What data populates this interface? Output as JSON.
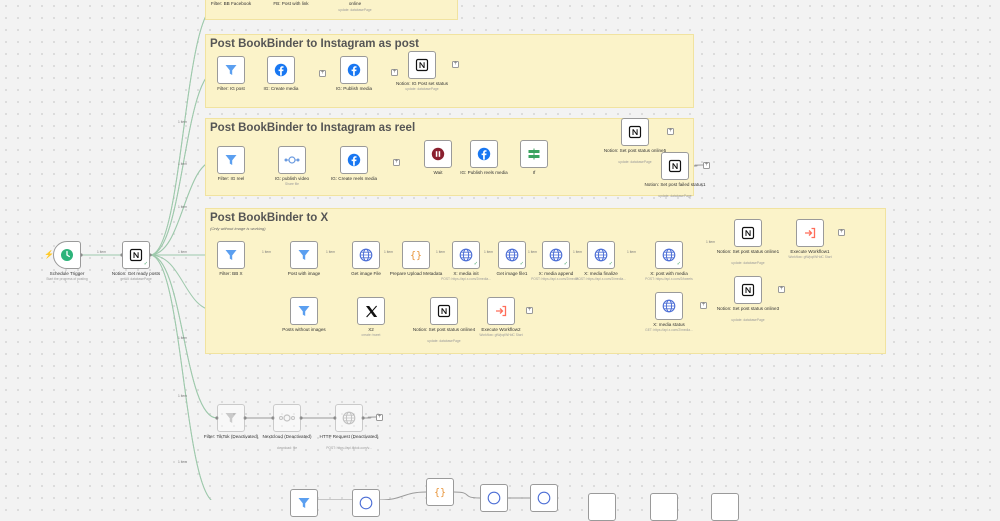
{
  "colors": {
    "sticky": "#fbf3c9",
    "edge": "#9ec9ac",
    "edge_plain": "#9a9a9a",
    "accent": "#ff6d5a"
  },
  "stickies": {
    "top": {
      "title": ""
    },
    "ig_post": {
      "title": "Post BookBinder to Instagram as post"
    },
    "ig_reel": {
      "title": "Post BookBinder to Instagram as reel"
    },
    "x": {
      "title": "Post BookBinder to X",
      "subtitle": "(Only without image is working)"
    }
  },
  "nodes": {
    "top_filter": {
      "label": "Filter: BB Facebook"
    },
    "top_fb": {
      "label": "FB: Post with link"
    },
    "top_notion": {
      "label": "online",
      "sub": "update: databasePage"
    },
    "schedule": {
      "label": "Schedule Trigger",
      "sub": "Start the progress of posting"
    },
    "get_posts": {
      "label": "Notion: Get ready posts",
      "sub": "getAll: databasePage"
    },
    "ig_post_filter": {
      "label": "Filter: IG post"
    },
    "ig_create_media": {
      "label": "IG: Create media"
    },
    "ig_publish_media": {
      "label": "IG: Publish media"
    },
    "ig_notion_status": {
      "label": "Notion: IG Post set status",
      "sub": "update: databasePage"
    },
    "ig_reel_filter": {
      "label": "Filter: IG reel"
    },
    "ig_publish_video": {
      "label": "IG: publish video",
      "sub": "Share file"
    },
    "ig_create_reels": {
      "label": "IG: Create reels media"
    },
    "wait": {
      "label": "Wait"
    },
    "ig_publish_reels": {
      "label": "IG: Publish reels media"
    },
    "if": {
      "label": "If"
    },
    "notion_online5": {
      "label": "Notion: Set post status online5",
      "sub": "update: databasePage"
    },
    "notion_failed1": {
      "label": "Notion: Set post failed status1",
      "sub": "update: databasePage"
    },
    "bb_x_filter": {
      "label": "Filter: BB X"
    },
    "post_with_image": {
      "label": "Post with image"
    },
    "get_image_file": {
      "label": "Get image File"
    },
    "prepare_upload": {
      "label": "Prepare Upload Metadata"
    },
    "x_media_init": {
      "label": "X: media init",
      "sub": "POST: https://api.x.com/2/media..."
    },
    "get_image_file1": {
      "label": "Get image file1"
    },
    "x_media_append": {
      "label": "X: media append",
      "sub": "POST: https://api.x.com/2/media..."
    },
    "x_media_finalize": {
      "label": "X: media finalize",
      "sub": "POST: https://api.x.com/2/media..."
    },
    "x_post_with_media": {
      "label": "X: post with media",
      "sub": "POST: https://api.x.com/2/tweets"
    },
    "x_notion_online1": {
      "label": "Notion: Set post status online1",
      "sub": "update: databasePage"
    },
    "exec_workflow1": {
      "label": "Execute Workflow1",
      "sub": "Workflow: gtWpqtWHdC Start"
    },
    "x_notion_online3": {
      "label": "Notion: Set post status online3",
      "sub": "update: databasePage"
    },
    "x_media_status": {
      "label": "X: media status",
      "sub": "GET: https://api.x.com/2/media..."
    },
    "posts_without_images": {
      "label": "Posts without images"
    },
    "x2": {
      "label": "X2",
      "sub": "create: tweet"
    },
    "x_notion_online4": {
      "label": "Notion: Set post status online4",
      "sub": "update: databasePage"
    },
    "exec_workflow2": {
      "label": "Execute Workflow2",
      "sub": "Workflow: gtWpqtWHdC Start"
    },
    "tiktok_filter": {
      "label": "Filter: TikTok (Deactivated)"
    },
    "nextcloud": {
      "label": "Nextcloud (Deactivated)",
      "sub": "download: file"
    },
    "http_request": {
      "label": "HTTP Request (Deactivated)",
      "sub": "POST: https://api.tiktok.com/v..."
    }
  },
  "edge_labels": {
    "one_item": "1 item"
  }
}
